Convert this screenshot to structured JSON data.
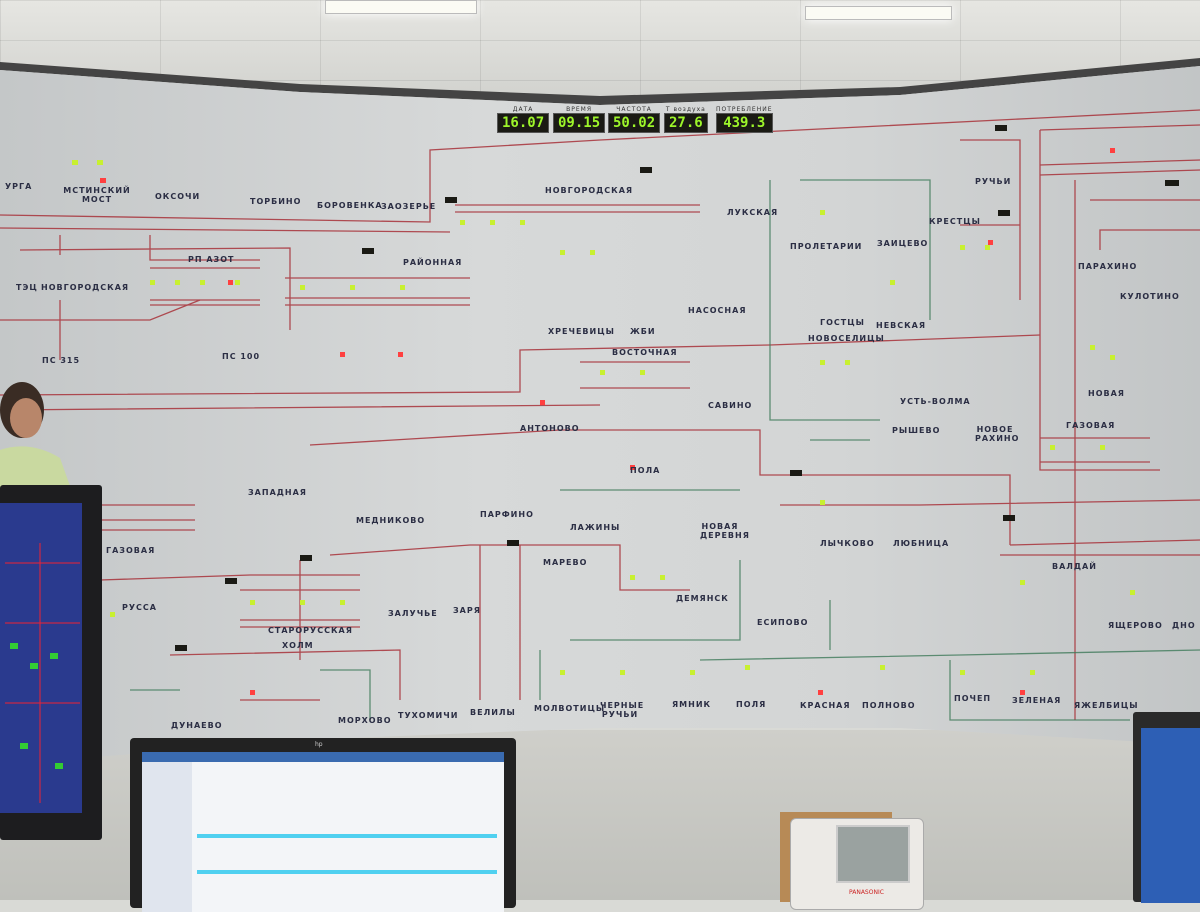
{
  "header_displays": [
    {
      "label": "ДАТА",
      "value": "16.07"
    },
    {
      "label": "ВРЕМЯ",
      "value": "09.15"
    },
    {
      "label": "ЧАСТОТА",
      "value": "50.02"
    },
    {
      "label": "Т воздуха",
      "value": "27.6"
    },
    {
      "label": "ПОТРЕБЛЕНИЕ",
      "value": "439.3"
    }
  ],
  "stations": [
    "УРГА",
    "МСТИНСКИЙ МОСТ",
    "ОКСОЧИ",
    "ТОРБИНО",
    "БОРОВЕНКА",
    "ЗАОЗЕРЬЕ",
    "НОВГОРОДСКАЯ",
    "ЛУКСКАЯ",
    "РУЧЬИ",
    "ТЭЦ",
    "НОВГОРОДСКАЯ",
    "РП АЗОТ",
    "РАЙОННАЯ",
    "ПРОЛЕТАРИИ",
    "ЗАИЦЕВО",
    "КРЕСТЦЫ",
    "ПАРАХИНО",
    "КУЛОТИНО",
    "ПС 315",
    "ПС 100",
    "ХРЕЧЕВИЦЫ",
    "ЖБИ",
    "НАСОСНАЯ",
    "ГОСТЦЫ",
    "НЕВСКАЯ",
    "НОВОСЕЛИЦЫ",
    "ВОСТОЧНАЯ",
    "САВИНО",
    "УСТЬ-ВОЛМА",
    "НОВАЯ",
    "НОВОЕ РАХИНО",
    "АНТОНОВО",
    "РЫШЕВО",
    "ГАЗОВАЯ",
    "ЗАПАДНАЯ",
    "МЕДНИКОВО",
    "ПАРФИНО",
    "ПОЛА",
    "ЛАЖИНЫ",
    "НОВАЯ ДЕРЕВНЯ",
    "ЛЫЧКОВО",
    "ЛЮБНИЦА",
    "ВАЛДАЙ",
    "ГАЗОВАЯ",
    "РУССА",
    "СТАРОРУССКАЯ",
    "ЗАЛУЧЬЕ",
    "ЗАРЯ",
    "МАРЕВО",
    "ДЕМЯНСК",
    "ЕСИПОВО",
    "ЯЩЕРОВО",
    "ДНО",
    "ХОЛМ",
    "ДУНАЕВО",
    "МОРХОВО",
    "ТУХОМИЧИ",
    "ВЕЛИЛЫ",
    "МОЛВОТИЦЫ",
    "ЧЕРНЫЕ РУЧЬИ",
    "ЯМНИК",
    "ПОЛЯ",
    "КРАСНАЯ",
    "ПОЛНОВО",
    "ПОЧЕП",
    "ЗЕЛЕНАЯ",
    "ЯЖЕЛБИЦЫ"
  ],
  "phone_brand": "PANASONIC",
  "monitor_brand": "hp",
  "colors": {
    "line": "#a8323a",
    "line_green": "#3f7a5a",
    "led_green": "#c8f030",
    "led_red": "#ff4040",
    "display_digits": "#9df52a"
  }
}
